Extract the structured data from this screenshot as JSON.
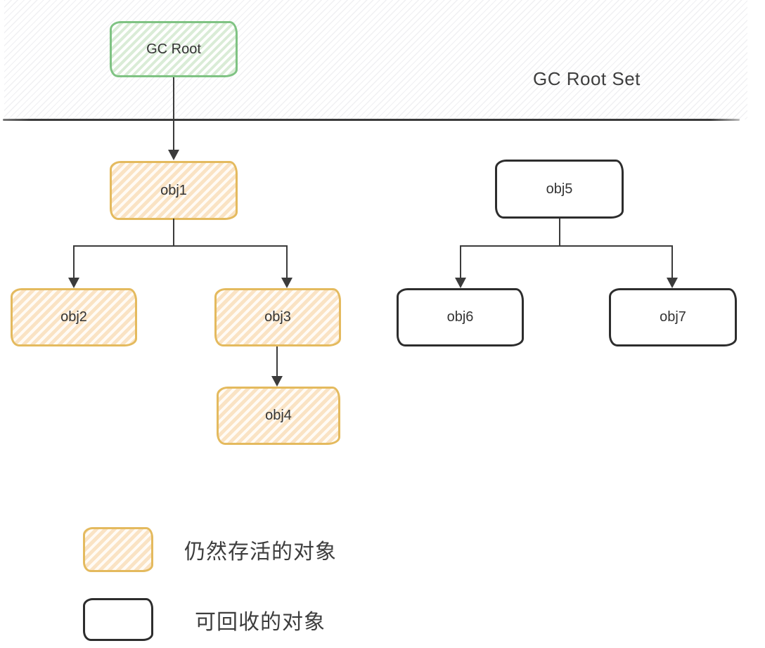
{
  "band": {
    "label": "GC Root Set"
  },
  "nodes": {
    "gc_root": {
      "label": "GC Root",
      "type": "root"
    },
    "obj1": {
      "label": "obj1",
      "type": "alive"
    },
    "obj2": {
      "label": "obj2",
      "type": "alive"
    },
    "obj3": {
      "label": "obj3",
      "type": "alive"
    },
    "obj4": {
      "label": "obj4",
      "type": "alive"
    },
    "obj5": {
      "label": "obj5",
      "type": "collectible"
    },
    "obj6": {
      "label": "obj6",
      "type": "collectible"
    },
    "obj7": {
      "label": "obj7",
      "type": "collectible"
    }
  },
  "edges": [
    {
      "from": "GC Root",
      "to": "obj1"
    },
    {
      "from": "obj1",
      "to": "obj2"
    },
    {
      "from": "obj1",
      "to": "obj3"
    },
    {
      "from": "obj3",
      "to": "obj4"
    },
    {
      "from": "obj5",
      "to": "obj6"
    },
    {
      "from": "obj5",
      "to": "obj7"
    }
  ],
  "legend": {
    "alive": "仍然存活的对象",
    "collectible": "可回收的对象"
  },
  "colors": {
    "root_border": "#7fc383",
    "root_fill_stripe": "#daecd7",
    "alive_border": "#e4ba5e",
    "alive_fill_stripe": "#fae3c4",
    "collectible_border": "#2d2d2d",
    "connector": "#3b3b3b",
    "band_hatch": "#6e6e82"
  }
}
